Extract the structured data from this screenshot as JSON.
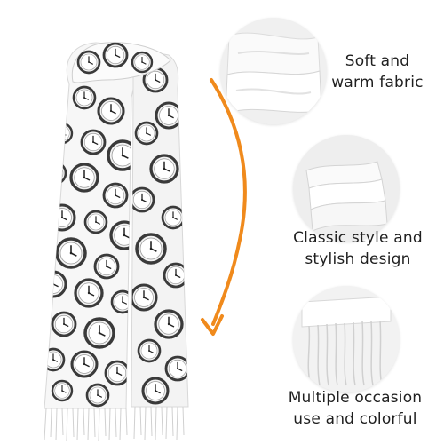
{
  "features": [
    {
      "line1": "Soft and",
      "line2": "warm fabric"
    },
    {
      "line1": "Classic style and",
      "line2": "stylish design"
    },
    {
      "line1": "Multiple occasion",
      "line2": "use and colorful"
    }
  ],
  "colors": {
    "accent": "#f08a1c",
    "fabric": "#f5f5f5",
    "clock_rim": "#3a3a3a",
    "text": "#1f1f1f"
  },
  "icons": [
    "clock-pattern",
    "fabric-swatch",
    "fringe-tassels",
    "curved-arrow"
  ]
}
